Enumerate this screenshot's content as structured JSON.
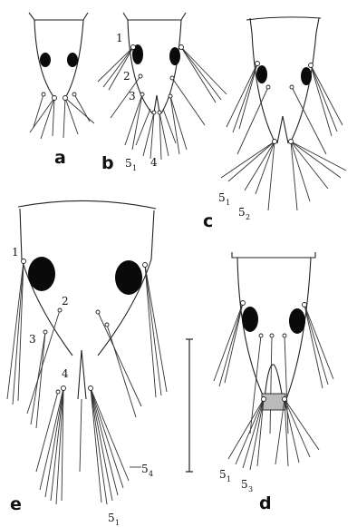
{
  "panels": [
    {
      "id": "a",
      "letter": "a",
      "labels": []
    },
    {
      "id": "b",
      "letter": "b",
      "labels": [
        {
          "main": "1",
          "sub": ""
        },
        {
          "main": "2",
          "sub": ""
        },
        {
          "main": "3",
          "sub": ""
        },
        {
          "main": "5",
          "sub": "1"
        },
        {
          "main": "4",
          "sub": ""
        }
      ]
    },
    {
      "id": "c",
      "letter": "c",
      "labels": [
        {
          "main": "5",
          "sub": "1"
        },
        {
          "main": "5",
          "sub": "2"
        }
      ]
    },
    {
      "id": "d",
      "letter": "d",
      "labels": [
        {
          "main": "5",
          "sub": "1"
        },
        {
          "main": "5",
          "sub": "3"
        }
      ]
    },
    {
      "id": "e",
      "letter": "e",
      "labels": [
        {
          "main": "1",
          "sub": ""
        },
        {
          "main": "2",
          "sub": ""
        },
        {
          "main": "3",
          "sub": ""
        },
        {
          "main": "4",
          "sub": ""
        },
        {
          "main": "5",
          "sub": "4"
        },
        {
          "main": "5",
          "sub": "1"
        }
      ]
    }
  ],
  "colors": {
    "ink": "#111111",
    "spot": "#0a0a0a",
    "background": "#ffffff"
  }
}
